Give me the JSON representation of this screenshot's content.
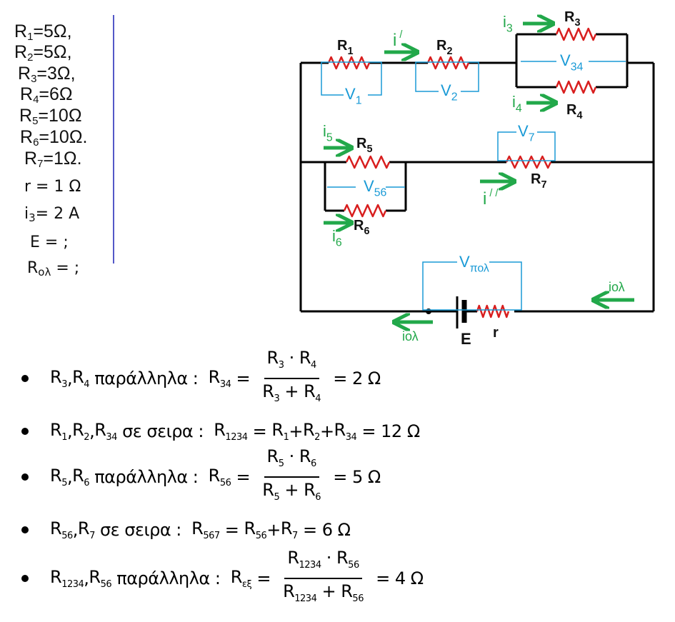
{
  "given": {
    "items": [
      {
        "sym": "R",
        "sub": "1",
        "rest": "=5Ω,"
      },
      {
        "sym": "R",
        "sub": "2",
        "rest": "=5Ω,"
      },
      {
        "sym": "R",
        "sub": "3",
        "rest": "=3Ω,"
      },
      {
        "sym": "R",
        "sub": "4",
        "rest": "=6Ω"
      },
      {
        "sym": "R",
        "sub": "5",
        "rest": "=10Ω"
      },
      {
        "sym": "R",
        "sub": "6",
        "rest": "=10Ω."
      },
      {
        "sym": "R",
        "sub": "7",
        "rest": "=1Ω."
      },
      {
        "sym": "r",
        "sub": "",
        "rest": " = 1 Ω"
      },
      {
        "sym": "i",
        "sub": "3",
        "rest": "= 2 A"
      },
      {
        "sym": "E",
        "sub": "",
        "rest": " = ;"
      },
      {
        "sym": "R",
        "sub": "ολ",
        "rest": " = ;"
      }
    ]
  },
  "circuit": {
    "resistors": {
      "R1": {
        "label": "R",
        "sub": "1"
      },
      "R2": {
        "label": "R",
        "sub": "2"
      },
      "R3": {
        "label": "R",
        "sub": "3"
      },
      "R4": {
        "label": "R",
        "sub": "4"
      },
      "R5": {
        "label": "R",
        "sub": "5"
      },
      "R6": {
        "label": "R",
        "sub": "6"
      },
      "R7": {
        "label": "R",
        "sub": "7"
      },
      "r": {
        "label": "r"
      }
    },
    "source_label": "E",
    "voltages": {
      "V1": {
        "label": "V",
        "sub": "1"
      },
      "V2": {
        "label": "V",
        "sub": "2"
      },
      "V34": {
        "label": "V",
        "sub": "34"
      },
      "V56": {
        "label": "V",
        "sub": "56"
      },
      "V7": {
        "label": "V",
        "sub": "7"
      },
      "Vpol": {
        "label": "V",
        "sub": "πολ"
      }
    },
    "currents": {
      "i_prime": {
        "label": "i",
        "sup": "/"
      },
      "i3": {
        "label": "i",
        "sub": "3"
      },
      "i4": {
        "label": "i",
        "sub": "4"
      },
      "i5": {
        "label": "i",
        "sub": "5"
      },
      "i6": {
        "label": "i",
        "sub": "6"
      },
      "i_dprime": {
        "label": "i",
        "sup": "/ /"
      },
      "i_ol_right": {
        "label": "iολ"
      },
      "i_ol_left": {
        "label": "iολ"
      }
    },
    "colors": {
      "wire": "#000000",
      "resistor": "#d81e1e",
      "voltage": "#1a9ad6",
      "current": "#22a84a",
      "divider": "#5458c8"
    }
  },
  "steps": [
    {
      "pair": [
        {
          "s": "R",
          "b": "3"
        },
        {
          "s": "R",
          "b": "4"
        }
      ],
      "relation": "παράλληλα :",
      "result": {
        "s": "R",
        "b": "34"
      },
      "num": [
        {
          "s": "R",
          "b": "3"
        },
        {
          "op": "·"
        },
        {
          "s": "R",
          "b": "4"
        }
      ],
      "den": [
        {
          "s": "R",
          "b": "3"
        },
        {
          "op": "+"
        },
        {
          "s": "R",
          "b": "4"
        }
      ],
      "value": "= 2 Ω"
    },
    {
      "pair": [
        {
          "s": "R",
          "b": "1"
        },
        {
          "s": "R",
          "b": "2"
        },
        {
          "s": "R",
          "b": "34"
        }
      ],
      "relation": "σε σειρα :",
      "result": {
        "s": "R",
        "b": "1234"
      },
      "sum": [
        {
          "s": "R",
          "b": "1"
        },
        {
          "op": "+"
        },
        {
          "s": "R",
          "b": "2"
        },
        {
          "op": "+"
        },
        {
          "s": "R",
          "b": "34"
        }
      ],
      "value": "= 12 Ω"
    },
    {
      "pair": [
        {
          "s": "R",
          "b": "5"
        },
        {
          "s": "R",
          "b": "6"
        }
      ],
      "relation": "παράλληλα :",
      "result": {
        "s": "R",
        "b": "56"
      },
      "num": [
        {
          "s": "R",
          "b": "5"
        },
        {
          "op": "·"
        },
        {
          "s": "R",
          "b": "6"
        }
      ],
      "den": [
        {
          "s": "R",
          "b": "5"
        },
        {
          "op": "+"
        },
        {
          "s": "R",
          "b": "6"
        }
      ],
      "value": "= 5 Ω"
    },
    {
      "pair": [
        {
          "s": "R",
          "b": "56"
        },
        {
          "s": "R",
          "b": "7"
        }
      ],
      "relation": "σε σειρα :",
      "result": {
        "s": "R",
        "b": "567"
      },
      "sum": [
        {
          "s": "R",
          "b": "56"
        },
        {
          "op": "+"
        },
        {
          "s": "R",
          "b": "7"
        }
      ],
      "value": "= 6 Ω"
    },
    {
      "pair": [
        {
          "s": "R",
          "b": "1234"
        },
        {
          "s": "R",
          "b": "56"
        }
      ],
      "relation": "παράλληλα :",
      "result": {
        "s": "R",
        "b": "εξ"
      },
      "num": [
        {
          "s": "R",
          "b": "1234"
        },
        {
          "op": "·"
        },
        {
          "s": "R",
          "b": "56"
        }
      ],
      "den": [
        {
          "s": "R",
          "b": "1234"
        },
        {
          "op": "+"
        },
        {
          "s": "R",
          "b": "56"
        }
      ],
      "value": "= 4 Ω"
    }
  ]
}
